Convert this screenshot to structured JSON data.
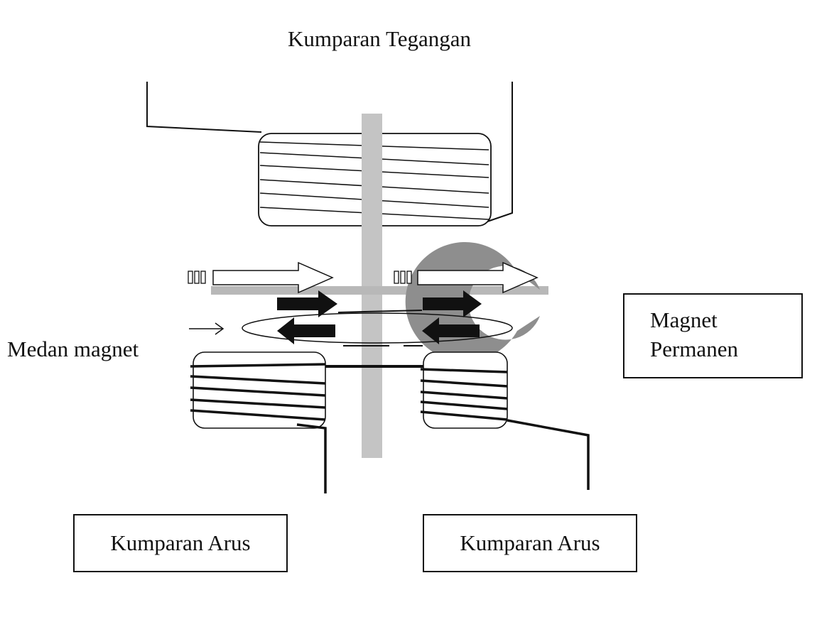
{
  "labels": {
    "voltage_coil": "Kumparan Tegangan",
    "magnetic_field": "Medan magnet",
    "permanent_magnet_line1": "Magnet",
    "permanent_magnet_line2": "Permanen",
    "current_coil_left": "Kumparan Arus",
    "current_coil_right": "Kumparan Arus"
  },
  "colors": {
    "line": "#111111",
    "shaft": "#c4c4c4",
    "magnet": "#8e8e8e",
    "arrow_fill_dark": "#111111",
    "arrow_fill_light": "#ffffff"
  }
}
